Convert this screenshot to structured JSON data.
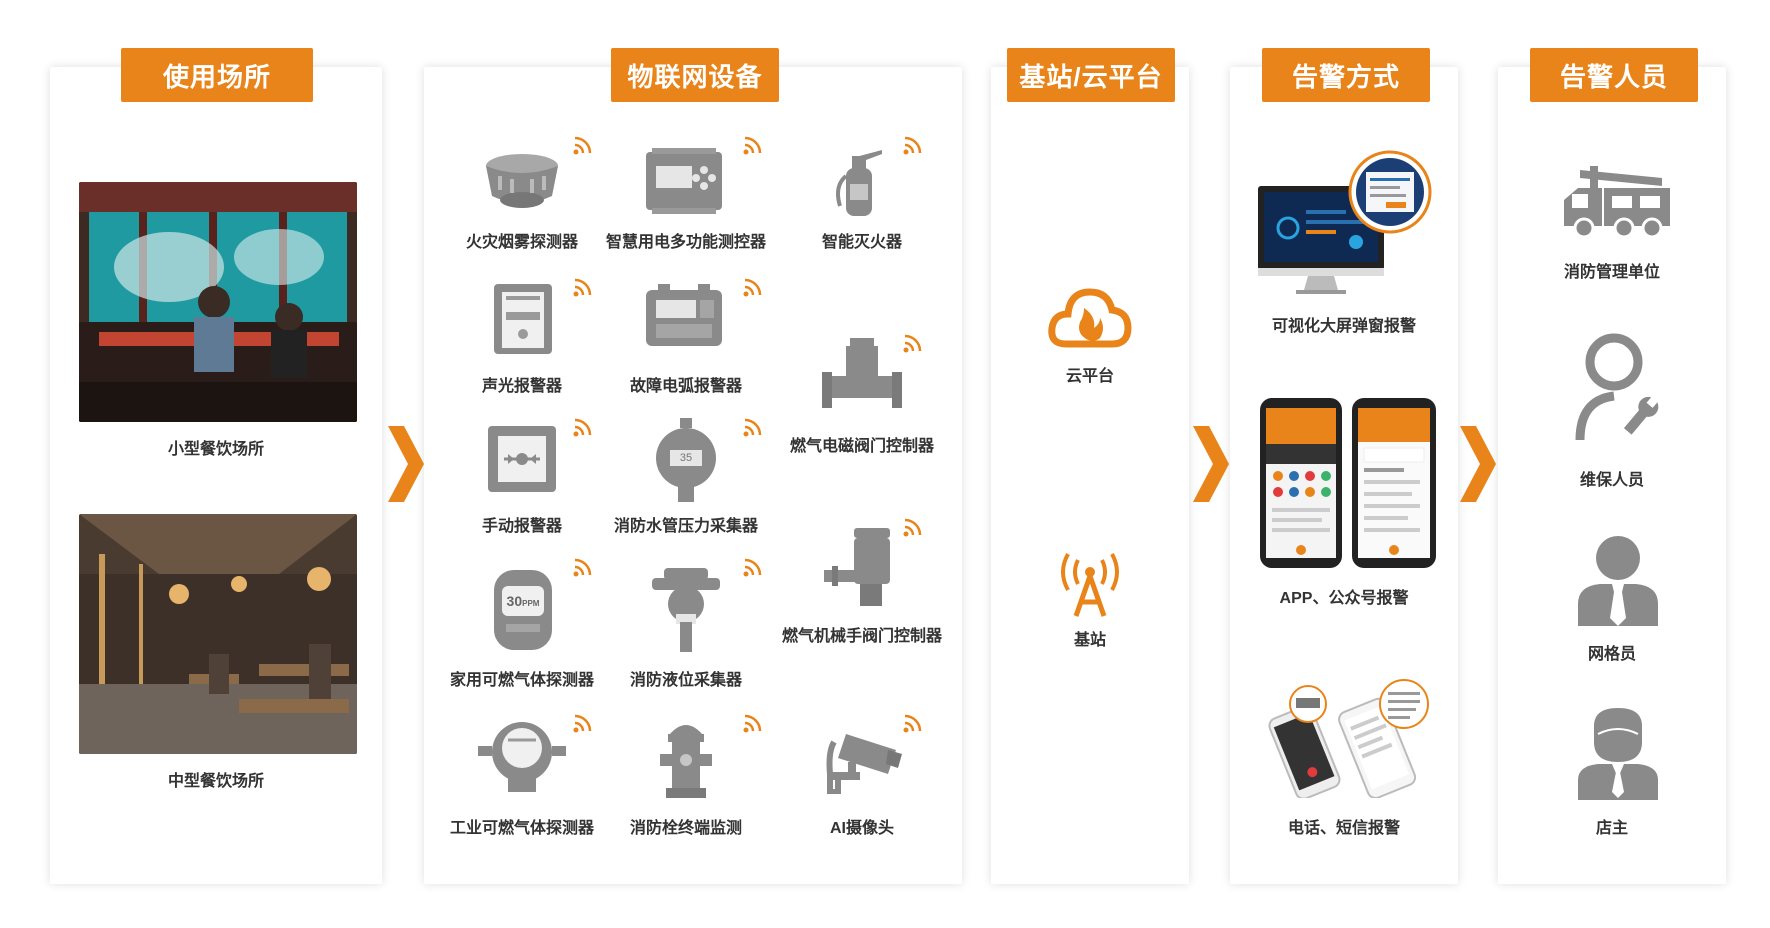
{
  "sections": {
    "venues": "使用场所",
    "devices": "物联网设备",
    "platform": "基站/云平台",
    "alarm_methods": "告警方式",
    "alarm_people": "告警人员"
  },
  "venues": [
    {
      "label": "小型餐饮场所"
    },
    {
      "label": "中型餐饮场所"
    }
  ],
  "devices": [
    {
      "label": "火灾烟雾探测器",
      "icon": "smoke-detector-icon"
    },
    {
      "label": "智慧用电多功能测控器",
      "icon": "power-monitor-icon"
    },
    {
      "label": "智能灭火器",
      "icon": "fire-extinguisher-icon"
    },
    {
      "label": "声光报警器",
      "icon": "sound-light-alarm-icon"
    },
    {
      "label": "故障电弧报警器",
      "icon": "arc-fault-alarm-icon"
    },
    {
      "label": "燃气电磁阀门控制器",
      "icon": "solenoid-valve-icon"
    },
    {
      "label": "手动报警器",
      "icon": "manual-call-point-icon"
    },
    {
      "label": "消防水管压力采集器",
      "icon": "pressure-gauge-icon"
    },
    {
      "label": "燃气机械手阀门控制器",
      "icon": "valve-manipulator-icon"
    },
    {
      "label": "家用可燃气体探测器",
      "icon": "home-gas-detector-icon"
    },
    {
      "label": "消防液位采集器",
      "icon": "level-sensor-icon"
    },
    {
      "label": "工业可燃气体探测器",
      "icon": "industrial-gas-detector-icon"
    },
    {
      "label": "消防栓终端监测",
      "icon": "hydrant-icon"
    },
    {
      "label": "AI摄像头",
      "icon": "camera-icon"
    }
  ],
  "device_screens": {
    "home_gas_reading": "30",
    "home_gas_unit": "PPM",
    "pressure_reading": "35"
  },
  "platform": [
    {
      "label": "云平台",
      "icon": "cloud-fire-icon"
    },
    {
      "label": "基站",
      "icon": "base-station-icon"
    }
  ],
  "alarm_methods": [
    {
      "label": "可视化大屏弹窗报警",
      "icon": "monitor-icon"
    },
    {
      "label": "APP、公众号报警",
      "icon": "phone-app-icon"
    },
    {
      "label": "电话、短信报警",
      "icon": "phone-sms-icon"
    }
  ],
  "alarm_people": [
    {
      "label": "消防管理单位",
      "icon": "fire-truck-icon"
    },
    {
      "label": "维保人员",
      "icon": "maintenance-icon"
    },
    {
      "label": "网格员",
      "icon": "grid-worker-icon"
    },
    {
      "label": "店主",
      "icon": "shop-owner-icon"
    }
  ],
  "colors": {
    "accent": "#e8841a",
    "icon_gray": "#8a8a8a",
    "text": "#333333"
  }
}
